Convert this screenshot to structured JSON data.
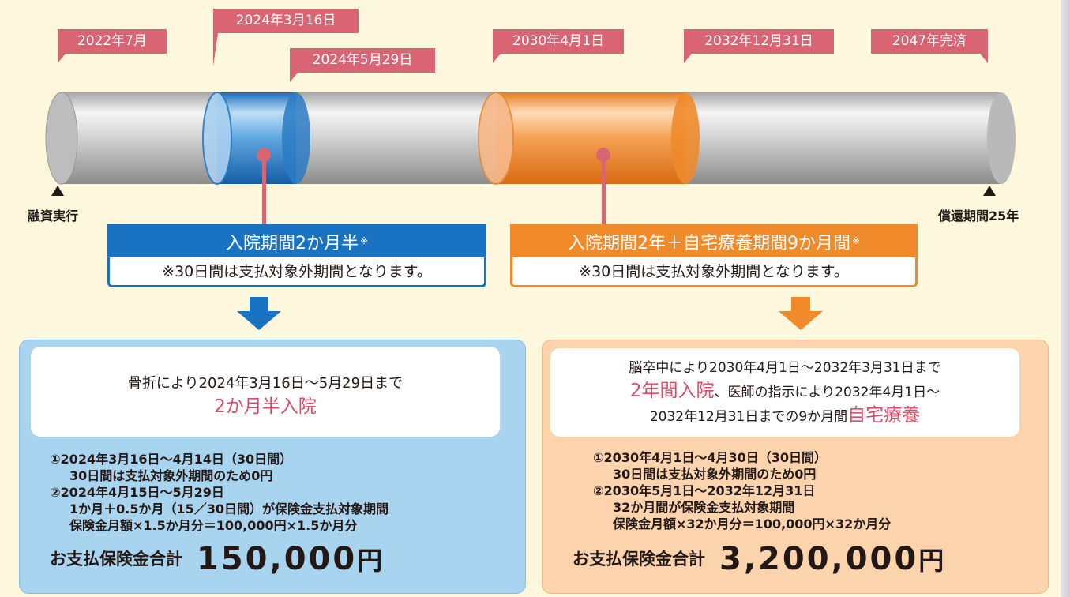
{
  "timeline": {
    "dates": {
      "d1": "2022年7月",
      "d2": "2024年3月16日",
      "d3": "2024年5月29日",
      "d4": "2030年4月1日",
      "d5": "2032年12月31日",
      "d6": "2047年完済"
    },
    "start_label": "融資実行",
    "end_label": "償還期間25年"
  },
  "colors": {
    "tag": "#d96473",
    "blue": "#1a73c2",
    "orange": "#f08a2a",
    "blue_panel": "#a9d4ef",
    "orange_panel": "#fbd4ae",
    "emphasis": "#d94d68"
  },
  "case_a": {
    "title": "入院期間2か月半",
    "mark": "※",
    "note": "※30日間は支払対象外期間となります。",
    "desc1": "骨折により2024年3月16日〜5月29日まで",
    "desc2": "2か月半入院",
    "steps": [
      "①2024年3月16日〜4月14日（30日間）",
      "30日間は支払対象外期間のため0円",
      "②2024年4月15日〜5月29日",
      "1か月＋0.5か月（15／30日間）が保険金支払対象期間",
      "保険金月額×1.5か月分＝100,000円×1.5か月分"
    ],
    "total_label": "お支払保険金合計",
    "total_amount": "150,000",
    "total_unit": "円"
  },
  "case_b": {
    "title": "入院期間2年＋自宅療養期間9か月間",
    "mark": "※",
    "note": "※30日間は支払対象外期間となります。",
    "desc1": "脳卒中により2030年4月1日〜2032年3月31日まで",
    "desc2a": "2年間入院",
    "desc2b": "、医師の指示により2032年4月1日〜",
    "desc3a": "2032年12月31日までの9か月間",
    "desc3b": "自宅療養",
    "steps": [
      "①2030年4月1日〜4月30日（30日間）",
      "30日間は支払対象外期間のため0円",
      "②2030年5月1日〜2032年12月31日",
      "32か月間が保険金支払対象期間",
      "保険金月額×32か月分＝100,000円×32か月分"
    ],
    "total_label": "お支払保険金合計",
    "total_amount": "3,200,000",
    "total_unit": "円"
  }
}
